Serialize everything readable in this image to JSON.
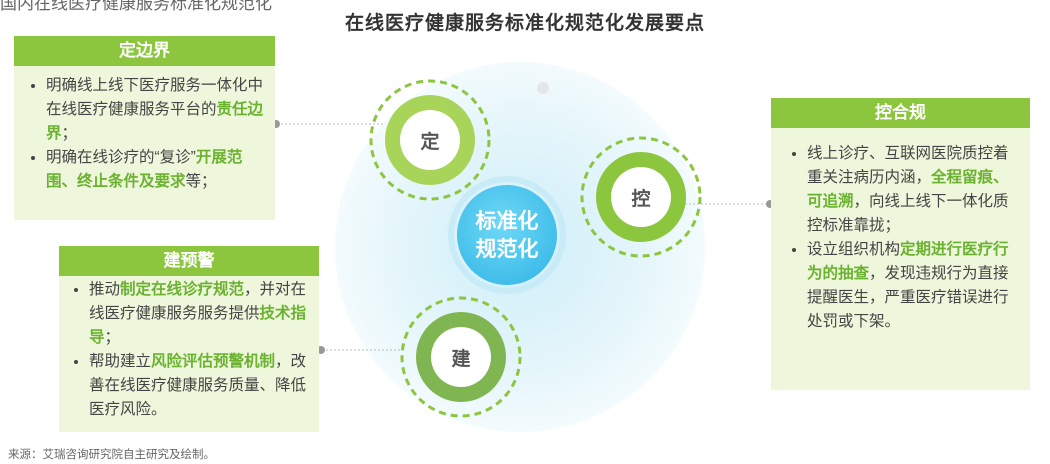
{
  "header": {
    "clipped_text": "国内在线医疗健康服务标准化规范化",
    "title": "在线医疗健康服务标准化规范化发展要点"
  },
  "center": {
    "line1": "标准化",
    "line2": "规范化"
  },
  "nodes": {
    "ding": "定",
    "kong": "控",
    "jian": "建"
  },
  "panels": {
    "ding": {
      "title": "定边界",
      "item1": {
        "t1": "明确线上线下医疗服务一体化中在线医疗健康服务平台的",
        "h1": "责任边界",
        "t2": "；"
      },
      "item2": {
        "t1": "明确在线诊疗的“复诊”",
        "h1": "开展范围、终止条件及要求",
        "t2": "等；"
      }
    },
    "kong": {
      "title": "控合规",
      "item1": {
        "t1": "线上诊疗、互联网医院质控着重关注病历内涵，",
        "h1": "全程留痕、可追溯",
        "t2": "，向线上线下一体化质控标准靠拢；"
      },
      "item2": {
        "t1": "设立组织机构",
        "h1": "定期进行医疗行为的抽查",
        "t2": "，发现违规行为直接提醒医生，严重医疗错误进行处罚或下架。"
      }
    },
    "jian": {
      "title": "建预警",
      "item1": {
        "t1": "推动",
        "h1": "制定在线诊疗规范",
        "t2": "，并对在线医疗健康服务服务提供",
        "h2": "技术指导",
        "t3": "；"
      },
      "item2": {
        "t1": "帮助建立",
        "h1": "风险评估预警机制",
        "t2": "，改善在线医疗健康服务质量、降低医疗风险。"
      }
    }
  },
  "source": "来源：艾瑞咨询研究院自主研究及绘制。",
  "colors": {
    "accent_green": "#8cc63f",
    "panel_bg": "#eef6dc",
    "highlight": "#6ab22f",
    "center_blue": "#4fc8ee",
    "halo": "#e9f7fb"
  }
}
